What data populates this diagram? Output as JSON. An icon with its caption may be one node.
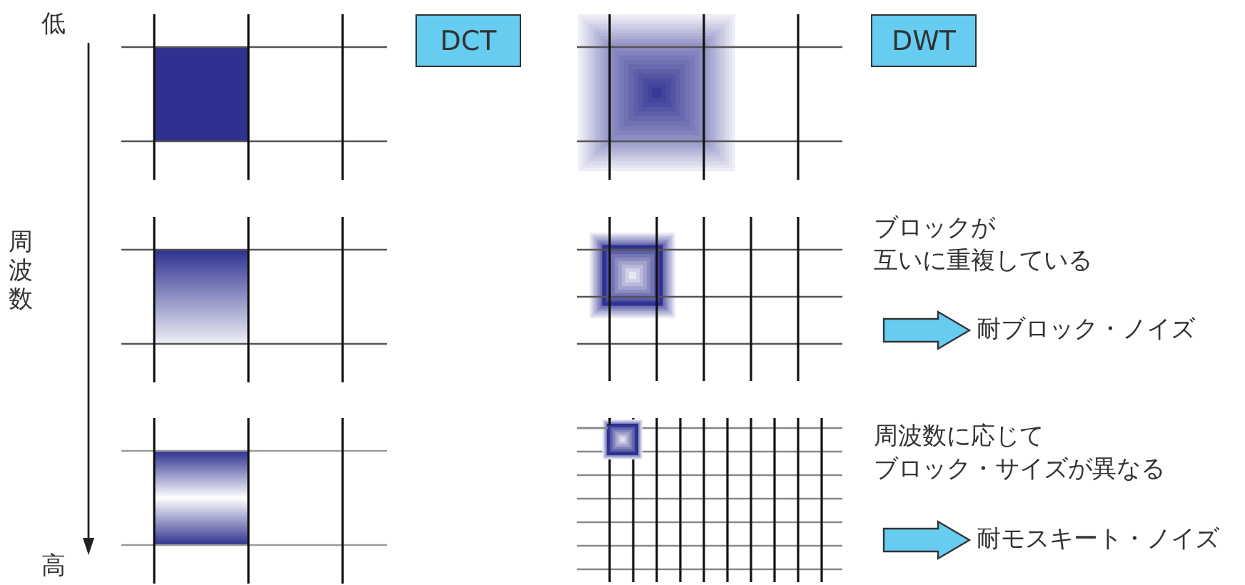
{
  "diagram": {
    "nodes": [
      {
        "text": [
          "DCT"
        ]
      },
      {
        "text": [
          "DWT"
        ]
      },
      {
        "text": [
          "耐ブロック・ノイズ"
        ]
      },
      {
        "text": [
          "耐モスキート・ノイズ"
        ]
      }
    ],
    "edges": [
      {
        "from": null,
        "to": 2,
        "arrow": "to"
      },
      {
        "from": null,
        "to": 3,
        "arrow": "to"
      }
    ],
    "labels": [
      "低",
      "周波数",
      "高",
      "ブロックが",
      "互いに重複している",
      "周波数に応じて",
      "ブロック・サイズが異なる"
    ]
  }
}
